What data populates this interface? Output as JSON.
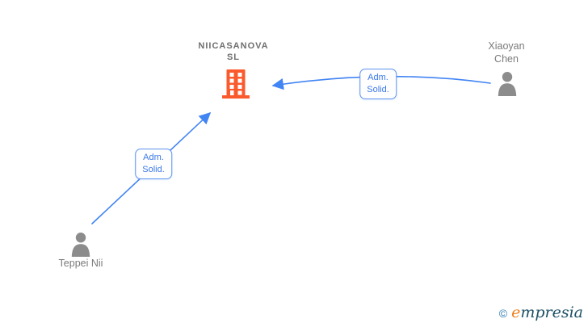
{
  "colors": {
    "edge_blue": "#4184f3",
    "label_text_blue": "#3a78e8",
    "label_border_blue": "#5e93ee",
    "building_orange": "#fb5a2d",
    "person_gray": "#8c8c8c",
    "company_text_gray": "#6e6e6e",
    "person_text_gray": "#7a7a7a",
    "logo_copyright_blue": "#2a7ab0",
    "logo_e_orange": "#ef7f1d",
    "logo_rest_teal": "#1d5166"
  },
  "company": {
    "name_line1": "NIICASANOVA",
    "name_line2": "SL"
  },
  "people": {
    "xiaoyan": {
      "line1": "Xiaoyan",
      "line2": "Chen"
    },
    "teppei": {
      "label": "Teppei Nii"
    }
  },
  "edges": {
    "xiaoyan_to_company": {
      "label_line1": "Adm.",
      "label_line2": "Solid."
    },
    "teppei_to_company": {
      "label_line1": "Adm.",
      "label_line2": "Solid."
    }
  },
  "footer": {
    "copyright_symbol": "©",
    "brand_initial": "e",
    "brand_rest": "mpresia"
  }
}
